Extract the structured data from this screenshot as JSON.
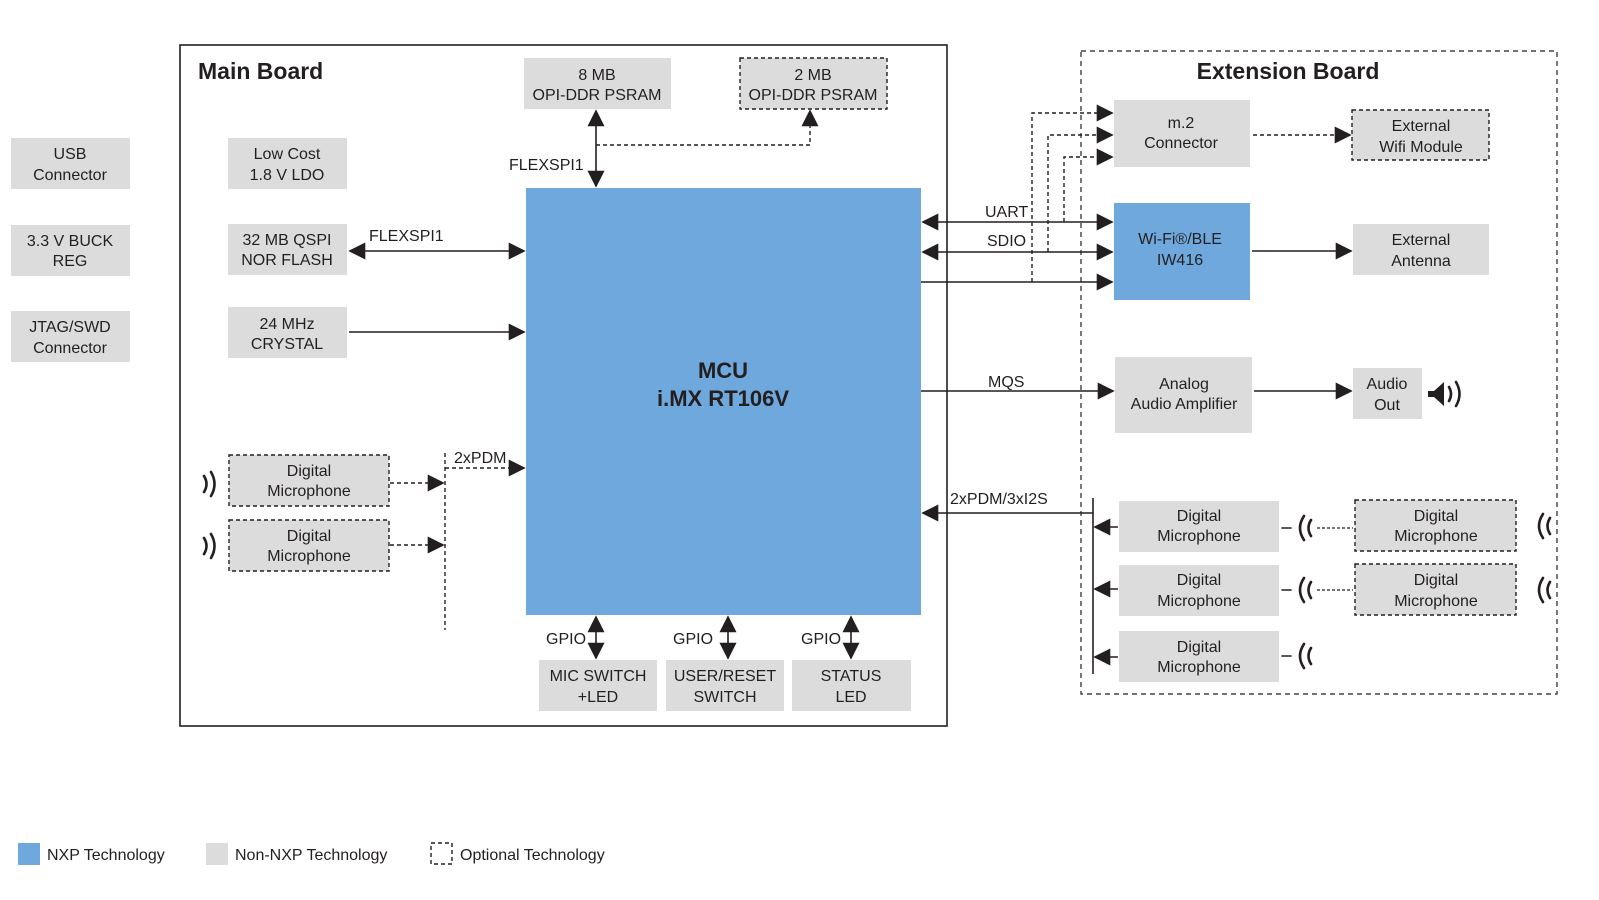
{
  "colors": {
    "nxp": "#6fa8dc",
    "non_nxp": "#dcdcdd",
    "line": "#231f20",
    "background": "#ffffff"
  },
  "boards": {
    "main": {
      "title": "Main Board"
    },
    "extension": {
      "title": "Extension Board"
    }
  },
  "external_blocks": {
    "usb": {
      "line1": "USB",
      "line2": "Connector"
    },
    "buck": {
      "line1": "3.3 V BUCK",
      "line2": "REG"
    },
    "jtag": {
      "line1": "JTAG/SWD",
      "line2": "Connector"
    }
  },
  "main_blocks": {
    "ldo": {
      "line1": "Low Cost",
      "line2": "1.8 V LDO"
    },
    "qspi": {
      "line1": "32 MB QSPI",
      "line2": "NOR FLASH"
    },
    "crystal": {
      "line1": "24 MHz",
      "line2": "CRYSTAL"
    },
    "psram8": {
      "line1": "8 MB",
      "line2": "OPI-DDR PSRAM"
    },
    "psram2": {
      "line1": "2 MB",
      "line2": "OPI-DDR PSRAM",
      "optional": true
    },
    "mic1": {
      "line1": "Digital",
      "line2": "Microphone",
      "optional": true
    },
    "mic2": {
      "line1": "Digital",
      "line2": "Microphone",
      "optional": true
    },
    "mic_switch": {
      "line1": "MIC SWITCH",
      "line2": "+LED"
    },
    "user_reset": {
      "line1": "USER/RESET",
      "line2": "SWITCH"
    },
    "status_led": {
      "line1": "STATUS",
      "line2": "LED"
    }
  },
  "mcu": {
    "line1": "MCU",
    "line2": "i.MX RT106V"
  },
  "ext_blocks": {
    "m2": {
      "line1": "m.2",
      "line2": "Connector"
    },
    "ext_wifi": {
      "line1": "External",
      "line2": "Wifi Module",
      "optional": true
    },
    "wifi": {
      "line1": "Wi-Fi®/BLE",
      "line2": "IW416"
    },
    "antenna": {
      "line1": "External",
      "line2": "Antenna"
    },
    "amp": {
      "line1": "Analog",
      "line2": "Audio Amplifier"
    },
    "audio_out": {
      "line1": "Audio",
      "line2": "Out"
    },
    "emic1": {
      "line1": "Digital",
      "line2": "Microphone"
    },
    "emic2": {
      "line1": "Digital",
      "line2": "Microphone"
    },
    "emic3": {
      "line1": "Digital",
      "line2": "Microphone"
    },
    "emic_opt1": {
      "line1": "Digital",
      "line2": "Microphone",
      "optional": true
    },
    "emic_opt2": {
      "line1": "Digital",
      "line2": "Microphone",
      "optional": true
    }
  },
  "signals": {
    "flexspi_qspi": "FLEXSPI1",
    "flexspi_psram": "FLEXSPI1",
    "pdm_main": "2xPDM",
    "uart": "UART",
    "sdio": "SDIO",
    "mqs": "MQS",
    "pdm_i2s": "2xPDM/3xI2S",
    "gpio1": "GPIO",
    "gpio2": "GPIO",
    "gpio3": "GPIO"
  },
  "legend": [
    {
      "label": "NXP Technology",
      "swatch": "nxp"
    },
    {
      "label": "Non-NXP Technology",
      "swatch": "non_nxp"
    },
    {
      "label": "Optional Technology",
      "swatch": "optional"
    }
  ]
}
